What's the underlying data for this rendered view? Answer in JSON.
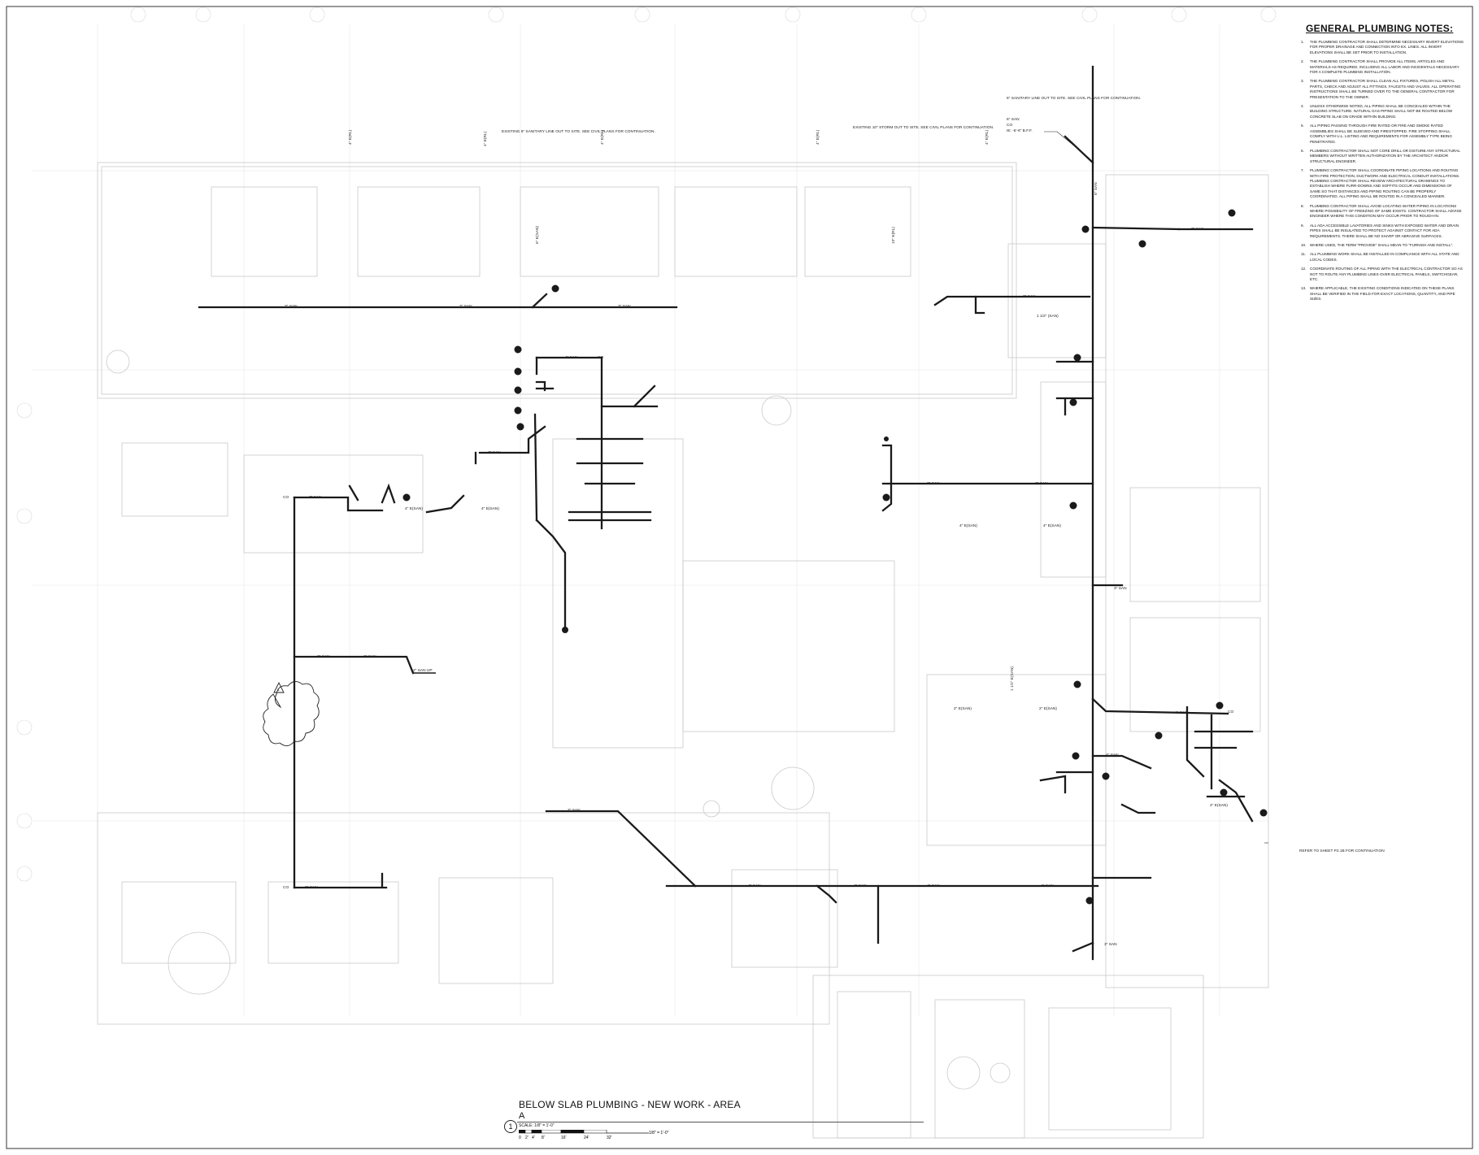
{
  "notes": {
    "title": "GENERAL PLUMBING NOTES:",
    "items": [
      {
        "num": "1.",
        "text": "THE PLUMBING CONTRACTOR SHALL DETERMINE NECESSARY INVERT ELEVATIONS FOR PROPER DRAINAGE AND CONNECTION INTO EX. LINES. ALL INVERT ELEVATIONS SHALL BE SET PRIOR TO INSTALLATION."
      },
      {
        "num": "2.",
        "text": "THE PLUMBING CONTRACTOR SHALL PROVIDE ALL ITEMS, ARTICLES AND MATERIALS AS REQUIRED, INCLUDING ALL LABOR AND INCIDENTALS NECESSARY FOR A COMPLETE PLUMBING INSTALLATION."
      },
      {
        "num": "3.",
        "text": "THE PLUMBING CONTRACTOR SHALL CLEAN ALL FIXTURES, POLISH ALL METAL PARTS, CHECK AND ADJUST ALL FITTINGS, FAUCETS AND VALVES. ALL OPERATING INSTRUCTIONS SHALL BE TURNED OVER TO THE GENERAL CONTRACTOR FOR PRESENTATION TO THE OWNER."
      },
      {
        "num": "4.",
        "text": "UNLESS OTHERWISE NOTED, ALL PIPING SHALL BE CONCEALED WITHIN THE BUILDING STRUCTURE. NATURAL GAS PIPING SHALL NOT BE ROUTED BELOW CONCRETE SLAB ON GRADE WITHIN BUILDING."
      },
      {
        "num": "5.",
        "text": "ALL PIPING PASSING THROUGH FIRE RATED OR FIRE AND SMOKE RATED ASSEMBLIES SHALL BE SLEEVED AND FIRESTOPPED. FIRE STOPPING SHALL COMPLY WITH U.L. LISTING AND REQUIREMENTS FOR ASSEMBLY TYPE BEING PENETRATED."
      },
      {
        "num": "6.",
        "text": "PLUMBING CONTRACTOR SHALL NOT CORE DRILL OR DISTURB ANY STRUCTURAL MEMBERS WITHOUT WRITTEN AUTHORIZATION BY THE ARCHITECT AND/OR STRUCTURAL ENGINEER."
      },
      {
        "num": "7.",
        "text": "PLUMBING CONTRACTOR SHALL COORDINATE PIPING LOCATIONS AND ROUTING WITH FIRE PROTECTION, DUCTWORK AND ELECTRICAL CONDUIT INSTALLATIONS. PLUMBING CONTRACTOR SHALL REVIEW ARCHITECTURAL DRAWINGS TO ESTABLISH WHERE FURR-DOWNS AND SOFFITS OCCUR AND DIMENSIONS OF SAME SO THAT DISTANCES AND PIPING ROUTING CAN BE PROPERLY COORDINATED. ALL PIPING SHALL BE ROUTED IN A CONCEALED MANNER."
      },
      {
        "num": "8.",
        "text": "PLUMBING CONTRACTOR SHALL AVOID LOCATING WATER PIPING IN LOCATIONS WHERE POSSIBILITY OF FREEZING OF SAME EXISTS. CONTRACTOR SHALL ADVISE ENGINEER WHERE THIS CONDITION MAY OCCUR PRIOR TO ROUGH-IN."
      },
      {
        "num": "9.",
        "text": "ALL ADA ACCESSIBLE LAVATORIES AND SINKS WITH EXPOSED WATER AND DRAIN PIPES SHALL BE INSULATED TO PROTECT AGAINST CONTACT FOR ADA REQUIREMENTS. THERE SHALL BE NO SHARP OR ABRASIVE SURFACES."
      },
      {
        "num": "10.",
        "text": "WHERE USED, THE TERM \"PROVIDE\" SHALL MEAN TO \"FURNISH AND INSTALL\"."
      },
      {
        "num": "11.",
        "text": "ALL PLUMBING WORK SHALL BE INSTALLED IN COMPLIANCE WITH ALL STATE AND LOCAL CODES."
      },
      {
        "num": "12.",
        "text": "COORDINATE ROUTING OF ALL PIPING WITH THE ELECTRICAL CONTRACTOR SO AS NOT TO ROUTE ANY PLUMBING LINES OVER ELECTRICAL PANELS, SWITCHGEAR, ETC."
      },
      {
        "num": "13.",
        "text": "WHERE APPLICABLE, THE EXISTING CONDITIONS INDICATED ON THESE PLANS SHALL BE VERIFIED IN THE FIELD FOR EXACT LOCATIONS, QUANTITY, AND PIPE SIZES."
      }
    ]
  },
  "title_block": {
    "drawing_title": "BELOW SLAB PLUMBING - NEW WORK - AREA",
    "area": "A",
    "drawing_number": "1",
    "scale": "SCALE: 1/8\" = 1'-0\"",
    "scale_bar_note": "1/8\" = 1'-0\"",
    "scale_ticks": [
      "0",
      "2'",
      "4'",
      "8'",
      "16'",
      "24'",
      "32'"
    ]
  },
  "annotations": {
    "existing_sanitary_top": "EXISTING 6\" SANITARY LINE OUT TO SITE. SEE CIVIL PLANS FOR CONTINUATION.",
    "existing_storm": "EXISTING 10\" STORM OUT TO SITE. SEE CIVIL PLANS FOR CONTINUATION.",
    "sanitary_out_site": "6\" SANITARY LINE OUT TO SITE. SEE CIVIL PLANS FOR CONTINUATION.",
    "co_note_a": "6\" SAN",
    "co_note_b": "CO",
    "elevation_note": "IE: -5'-6\" B.F.F.",
    "refer_sheet": "REFER TO SHEET P2.1B FOR CONTINUATION",
    "revision_mark": "1"
  },
  "pipe_labels": {
    "san_3": "3\" SAN",
    "san_4": "4\" SAN",
    "san_2": "2\" SAN",
    "san_6": "6\" SAN",
    "e_san_4": "4\" E(SAN)",
    "e_san_2": "2\" E(SAN)",
    "e_san_1_5": "1 1/2\" E(SAN)",
    "san_1_5": "1 1/2\" (SAN)",
    "san_up_2": "2\" SAN UP",
    "e_rl_4": "4\" E(RL)",
    "e_rl_10": "10\" E(RL)",
    "e_san_6": "6\" E(SAN)",
    "co": "CO"
  }
}
